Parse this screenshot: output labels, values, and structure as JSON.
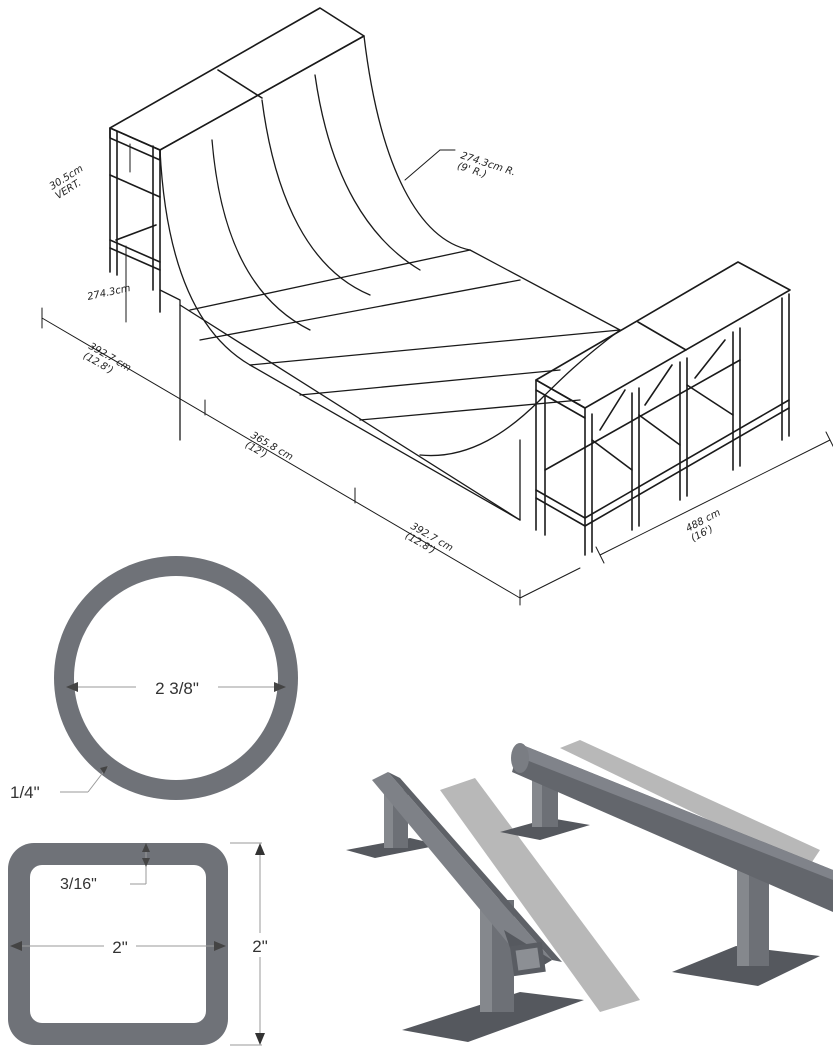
{
  "ramp": {
    "vert_label": "30.5cm",
    "vert_sub": "VERT.",
    "radius_label": "274.3cm R.",
    "radius_sub": "(9' R.)",
    "height_label": "274.3cm",
    "seg1_label": "392.7 cm",
    "seg1_sub": "(12.8')",
    "seg2_label": "365.8 cm",
    "seg2_sub": "(12')",
    "seg3_label": "392.7 cm",
    "seg3_sub": "(12.8')",
    "width_label": "488 cm",
    "width_sub": "(16')"
  },
  "round_tube": {
    "diameter_label": "2 3/8\"",
    "wall_label": "1/4\""
  },
  "square_tube": {
    "wall_label": "3/16\"",
    "width_label": "2\"",
    "height_label": "2\""
  },
  "colors": {
    "tube_fill": "#6f7278",
    "rail_dark": "#5a5d63",
    "rail_light": "#8a8d92",
    "shadow": "#b4b4b4"
  }
}
